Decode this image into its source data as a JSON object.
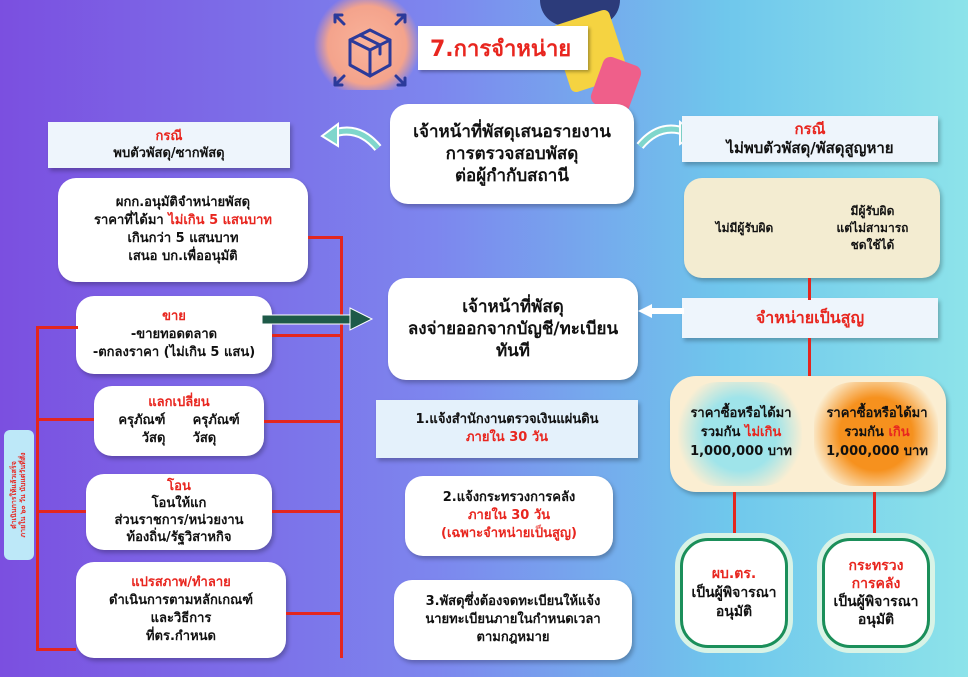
{
  "title": "7.การจำหน่าย",
  "center_top": [
    "เจ้าหน้าที่พัสดุเสนอรายงาน",
    "การตรวจสอบพัสดุ",
    "ต่อผู้กำกับสถานี"
  ],
  "center_mid": [
    "เจ้าหน้าที่พัสดุ",
    "ลงจ่ายออกจากบัญชี/ทะเบียน",
    "ทันที"
  ],
  "left_case": {
    "heading": "กรณี",
    "text": "พบตัวพัสดุ/ซากพัสดุ"
  },
  "left_approve": {
    "line1": "ผกก.อนุมัติจำหน่ายพัสดุ",
    "line2_prefix": "ราคาที่ได้มา ",
    "line2_red": "ไม่เกิน 5 แสนบาท",
    "line3": "เกินกว่า 5 แสนบาท",
    "line4": "เสนอ บก.เพื่ออนุมัติ"
  },
  "left_sell": {
    "heading": "ขาย",
    "line1": "-ขายทอดตลาด",
    "line2": "-ตกลงราคา (ไม่เกิน 5 แสน)"
  },
  "left_exchange": {
    "heading": "แลกเปลี่ยน",
    "line1": "ครุภัณฑ์      ครุภัณฑ์",
    "line2": "วัสดุ      วัสดุ"
  },
  "left_transfer": {
    "heading": "โอน",
    "line1": "โอนให้แก",
    "line2": "ส่วนราชการ/หน่วยงาน",
    "line3": "ท้องถิ่น/รัฐวิสาหกิจ"
  },
  "left_destroy": {
    "heading": "แปรสภาพ/ทำลาย",
    "line1": "ดำเนินการตามหลักเกณฑ์",
    "line2": "และวิธีการ",
    "line3": "ที่ตร.กำหนด"
  },
  "sideways_note": [
    "ดำเนินการให้แล้วเสร็จ",
    "ภายใน ๖๐ วัน นับแต่วันที่สั่ง"
  ],
  "steps": [
    {
      "line1": "1.แจ้งสำนักงานตรวจเงินแผ่นดิน",
      "line2_red": "ภายใน 30 วัน"
    },
    {
      "line1": "2.แจ้งกระทรวงการคลัง",
      "line2_red": "ภายใน 30 วัน",
      "line3_red": "(เฉพาะจำหน่ายเป็นสูญ)"
    },
    {
      "line1": "3.พัสดุซึ่งต้องจดทะเบียนให้แจ้ง",
      "line2": "นายทะเบียนภายในกำหนดเวลา",
      "line3": "ตามกฎหมาย"
    }
  ],
  "right_case": {
    "heading": "กรณี",
    "text": "ไม่พบตัวพัสดุ/พัสดุสูญหาย"
  },
  "right_resp": {
    "left": "ไม่มีผู้รับผิด",
    "right1": "มีผู้รับผิด",
    "right2": "แต่ไม่สามารถ",
    "right3": "ชดใช้ได้"
  },
  "write_off": "จำหน่ายเป็นสูญ",
  "price_left": {
    "line1": "ราคาซื้อหรือได้มา",
    "line2_prefix": "รวมกัน ",
    "line2_red": "ไม่เกิน",
    "line3": "1,000,000 บาท"
  },
  "price_right": {
    "line1": "ราคาซื้อหรือได้มา",
    "line2_prefix": "รวมกัน ",
    "line2_red": "เกิน",
    "line3": "1,000,000 บาท"
  },
  "approver_left": {
    "red": "ผบ.ตร.",
    "line2": "เป็นผู้พิจารณา",
    "line3": "อนุมัติ"
  },
  "approver_right": {
    "red1": "กระทรวง",
    "red2": "การคลัง",
    "line3": "เป็นผู้พิจารณา",
    "line4": "อนุมัติ"
  },
  "icons": [
    "box-icon",
    "curved-arrow-left-icon",
    "curved-arrow-right-icon",
    "arrow-right-icon",
    "arrow-left-icon"
  ],
  "colors": {
    "accent_red": "#e8261f",
    "connector_red": "#e3261f",
    "teal_arrow": "#3fb8b0",
    "green_border": "#1b8f5a"
  }
}
